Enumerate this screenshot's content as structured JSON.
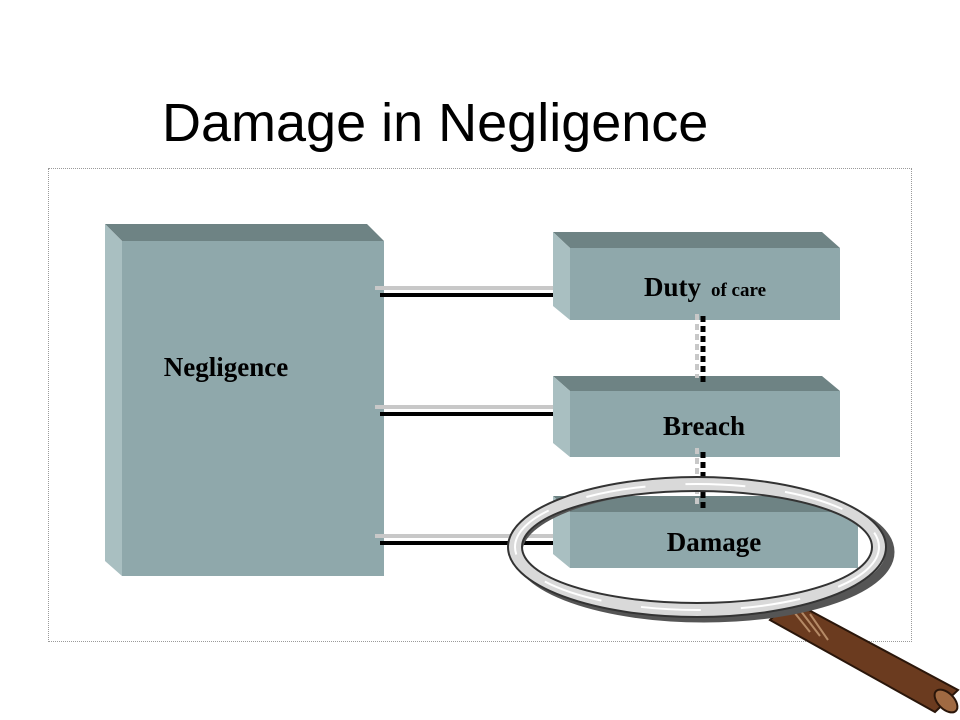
{
  "title": "Damage in Negligence",
  "nodes": {
    "negligence": {
      "label": "Negligence"
    },
    "duty": {
      "label_bold": "Duty",
      "label_small": "of care"
    },
    "breach": {
      "label": "Breach"
    },
    "damage": {
      "label": "Damage"
    }
  },
  "colors": {
    "box_face": "#8fa8ab",
    "box_top": "#6e8384",
    "box_side": "#a9bfc1",
    "magnifier_handle": "#6b3b1f"
  },
  "icons": {
    "magnifier": "magnifying-glass-icon"
  }
}
